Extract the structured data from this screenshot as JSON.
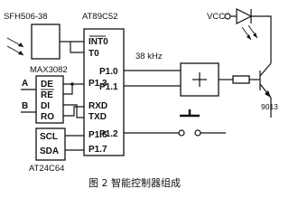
{
  "figure": {
    "caption": "图 2 智能控制器组成",
    "chips": {
      "sensor": "SFH506-38",
      "mcu": "AT89C52",
      "transceiver": "MAX3082",
      "eeprom": "AT24C64",
      "transistor": "9013"
    },
    "mcu_pins": {
      "int0": "INT0",
      "t0": "T0",
      "p13": "P1.3",
      "rxd": "RXD",
      "txd": "TXD",
      "p16": "P1.6",
      "p17": "P1.7",
      "p10": "P1.0",
      "p11": "P1.1",
      "p12": "P1.2"
    },
    "transceiver_pins": {
      "de": "DE",
      "re": "RE",
      "di": "DI",
      "ro": "RO"
    },
    "eeprom_pins": {
      "scl": "SCL",
      "sda": "SDA"
    },
    "bus_labels": {
      "a": "A",
      "b": "B"
    },
    "power": {
      "vcc": "VCC"
    },
    "frequency": "38 kHz"
  }
}
